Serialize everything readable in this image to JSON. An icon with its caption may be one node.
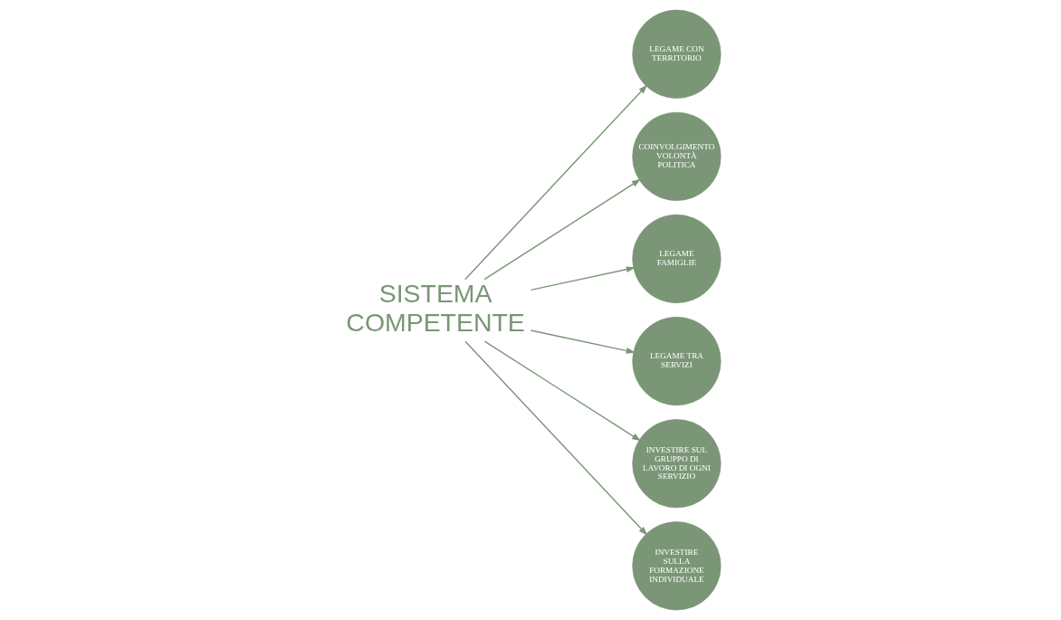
{
  "diagram": {
    "nodes": [
      {
        "text": [
          "SISTEMA COMPETENTE"
        ]
      },
      {
        "text": [
          "LEGAME CON TERRITORIO"
        ]
      },
      {
        "text": [
          "COINVOLGIMENTO VOLONTÀ POLITICA"
        ]
      },
      {
        "text": [
          "LEGAME FAMIGLIE"
        ]
      },
      {
        "text": [
          "LEGAME TRA SERVIZI"
        ]
      },
      {
        "text": [
          "INVESTIRE SUL GRUPPO DI LAVORO DI OGNI SERVIZIO"
        ]
      },
      {
        "text": [
          "INVESTIRE SULLA FORMAZIONE INDIVIDUALE"
        ]
      }
    ],
    "edges": [
      {
        "from": 0,
        "to": 1,
        "arrow": "to"
      },
      {
        "from": 0,
        "to": 2,
        "arrow": "to"
      },
      {
        "from": 0,
        "to": 3,
        "arrow": "to"
      },
      {
        "from": 0,
        "to": 4,
        "arrow": "to"
      },
      {
        "from": 0,
        "to": 5,
        "arrow": "to"
      },
      {
        "from": 0,
        "to": 6,
        "arrow": "to"
      }
    ]
  }
}
